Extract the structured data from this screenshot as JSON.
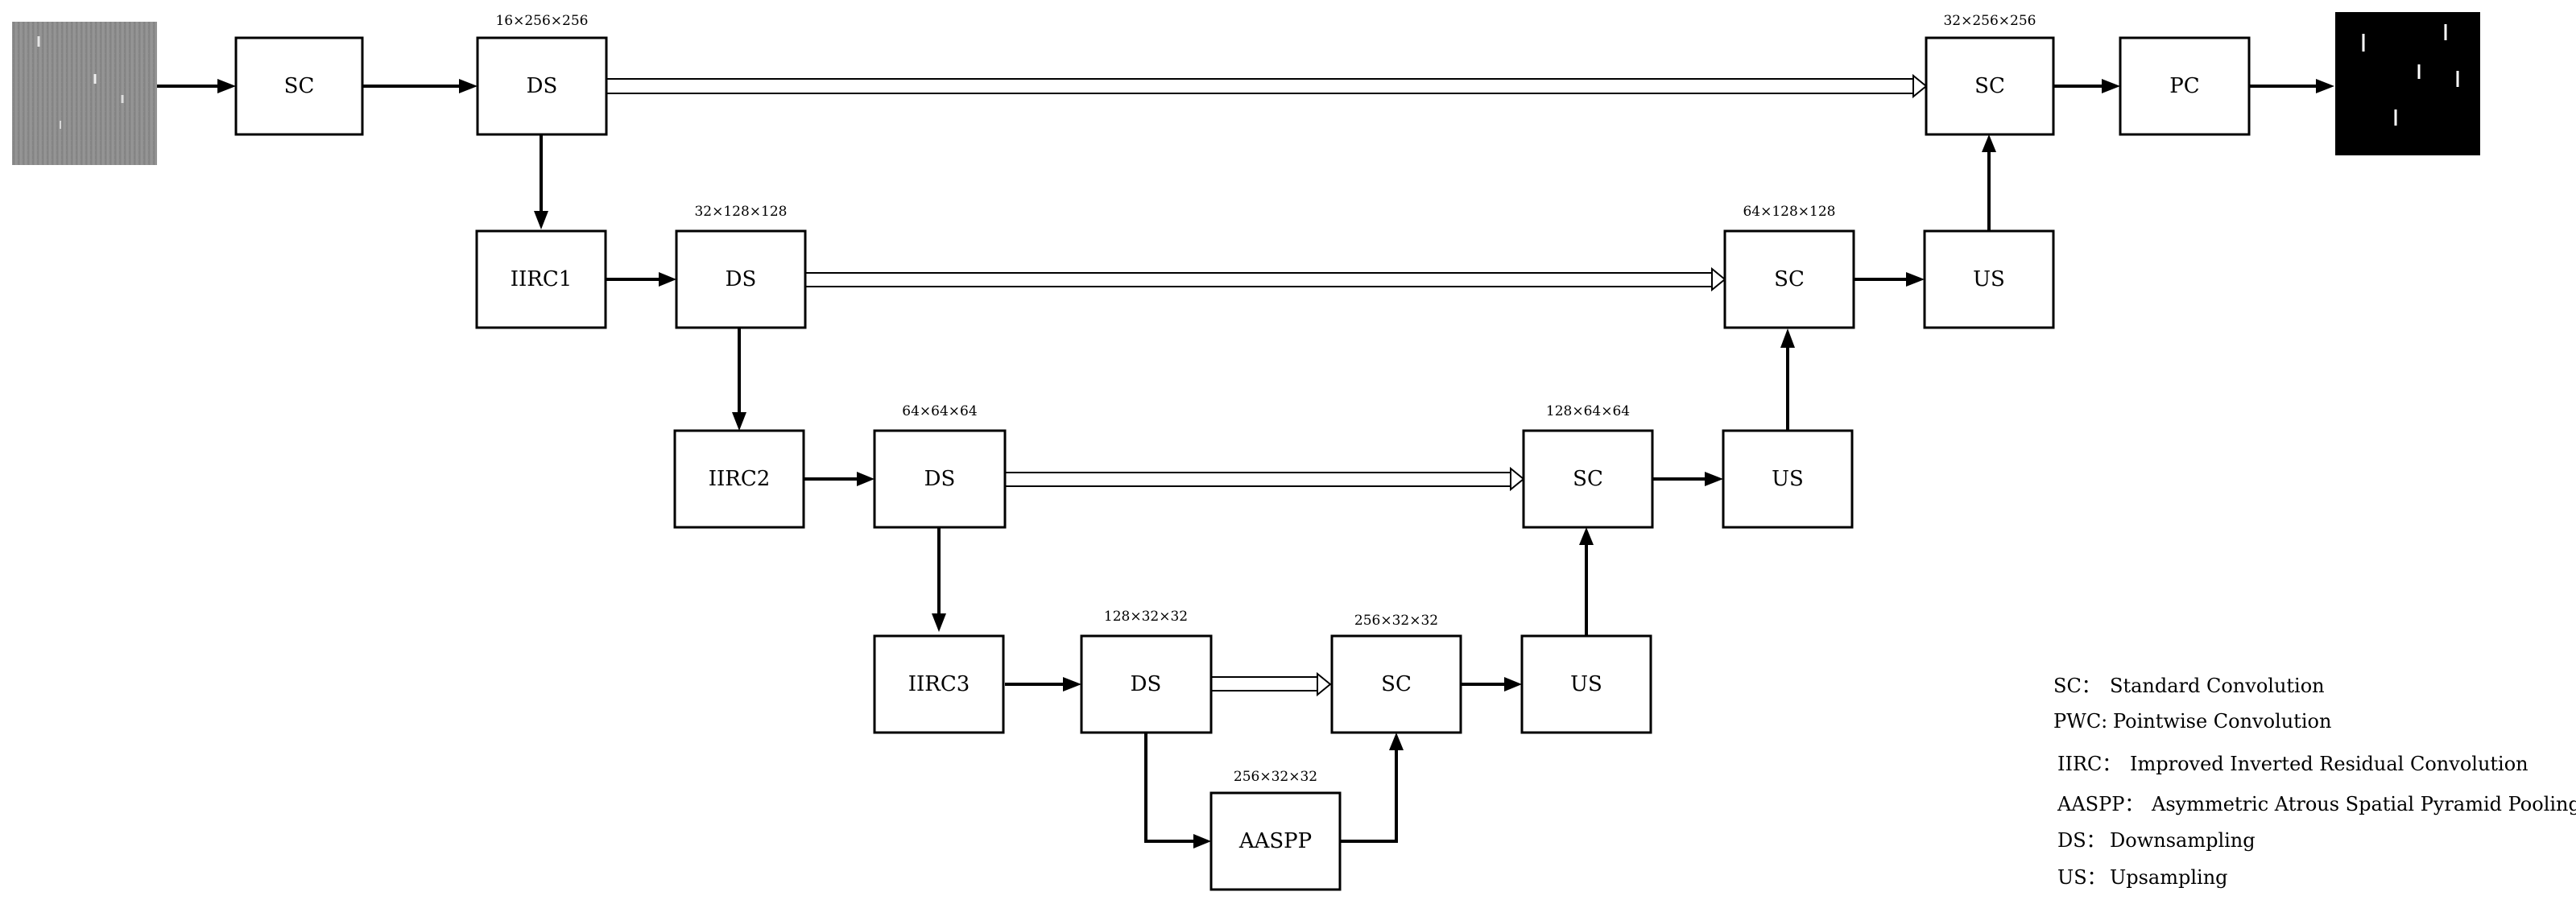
{
  "blocks": {
    "sc1": "SC",
    "ds1": "DS",
    "iirc1": "IIRC1",
    "ds2": "DS",
    "iirc2": "IIRC2",
    "ds3": "DS",
    "iirc3": "IIRC3",
    "ds4": "DS",
    "aaspp": "AASPP",
    "sc_l4": "SC",
    "us_l4": "US",
    "sc_l3": "SC",
    "us_l3": "US",
    "sc_l2": "SC",
    "us_l2": "US",
    "sc_l1": "SC",
    "pc": "PC"
  },
  "dims": {
    "ds1": "16×256×256",
    "ds2": "32×128×128",
    "ds3": "64×64×64",
    "ds4": "128×32×32",
    "aaspp": "256×32×32",
    "sc_l4": "256×32×32",
    "sc_l3": "128×64×64",
    "sc_l2": "64×128×128",
    "sc_l1": "32×256×256"
  },
  "legend": [
    {
      "abbr": "SC：",
      "desc": "Standard Convolution"
    },
    {
      "abbr": "PWC:",
      "desc": "Pointwise Convolution"
    },
    {
      "abbr": "IIRC：",
      "desc": "Improved Inverted Residual Convolution"
    },
    {
      "abbr": "AASPP：",
      "desc": "Asymmetric Atrous Spatial Pyramid Pooling"
    },
    {
      "abbr": "DS：",
      "desc": "Downsampling"
    },
    {
      "abbr": "US：",
      "desc": "Upsampling"
    }
  ],
  "images": {
    "input": "input-sar-image",
    "output": "output-segmentation-mask"
  }
}
